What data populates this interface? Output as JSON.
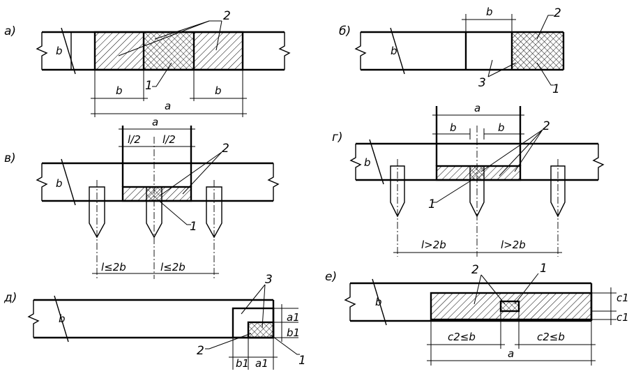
{
  "panels": {
    "a": {
      "tag": "а)",
      "b": "b",
      "b_left": "b",
      "b_right": "b",
      "a_dim": "a",
      "n1": "1",
      "n2": "2"
    },
    "b": {
      "tag": "б)",
      "b": "b",
      "b_top": "b",
      "n1": "1",
      "n2": "2",
      "n3": "3"
    },
    "v": {
      "tag": "в)",
      "b": "b",
      "a_dim": "a",
      "half_l": "l/2",
      "half_r": "l/2",
      "n1": "1",
      "n2": "2",
      "span_l": "l≤2b",
      "span_r": "l≤2b"
    },
    "g": {
      "tag": "г)",
      "b": "b",
      "a_dim": "a",
      "b_left": "b",
      "b_right": "b",
      "n1": "1",
      "n2": "2",
      "span_l": "l>2b",
      "span_r": "l>2b"
    },
    "d": {
      "tag": "д)",
      "b": "b",
      "a1": "a1",
      "b1": "b1",
      "b1_bottom": "b1",
      "a1_bottom": "a1",
      "n1": "1",
      "n2": "2",
      "n3": "3"
    },
    "e": {
      "tag": "е)",
      "b": "b",
      "c1_top": "c1",
      "c1_bottom": "c1",
      "c2_left": "c2≤b",
      "c2_right": "c2≤b",
      "a_dim": "a",
      "n1": "1",
      "n2": "2"
    }
  }
}
